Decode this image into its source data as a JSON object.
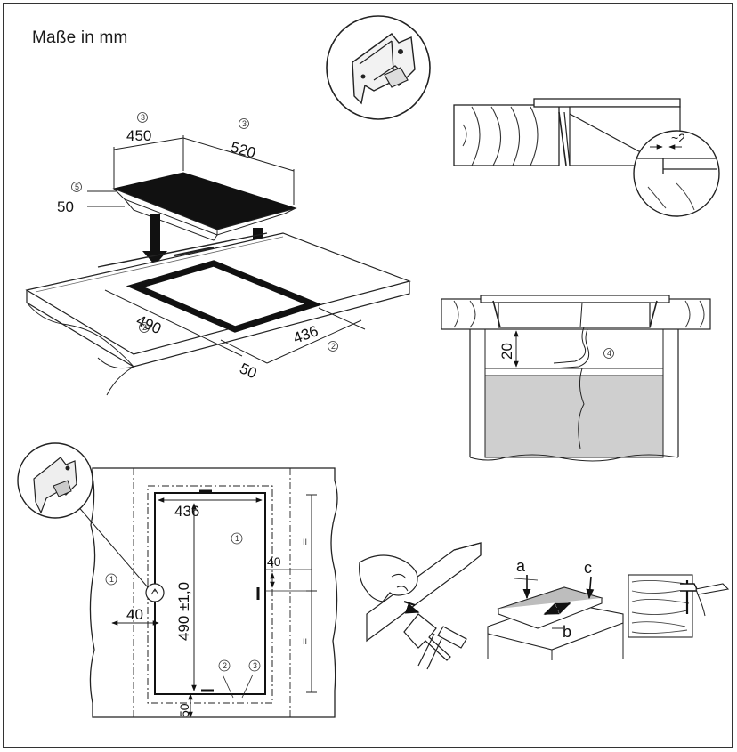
{
  "title": "Maße in mm",
  "hob": {
    "dims": {
      "depth": "450",
      "width": "520",
      "height": "50"
    },
    "refs": {
      "depth": "3",
      "width": "3",
      "height": "5"
    }
  },
  "cutout": {
    "dims": {
      "length": "490",
      "width": "436",
      "edge": "50"
    },
    "refs": {
      "length": "2",
      "width": "2"
    }
  },
  "clip_detail": {
    "gap": "~2"
  },
  "cabinet": {
    "clearance": "20",
    "ref": "4"
  },
  "top_view": {
    "width": "436",
    "length": "490 ±1,0",
    "side_offset": "40",
    "clip_offset": "40",
    "bottom_offset": "50",
    "refs": {
      "r1a": "1",
      "r1b": "1",
      "r2": "2",
      "r3": "3"
    },
    "ticks": {
      "t1": "II",
      "t2": "II"
    }
  },
  "install": {
    "label_a": "a",
    "label_b": "b",
    "label_c": "c"
  }
}
